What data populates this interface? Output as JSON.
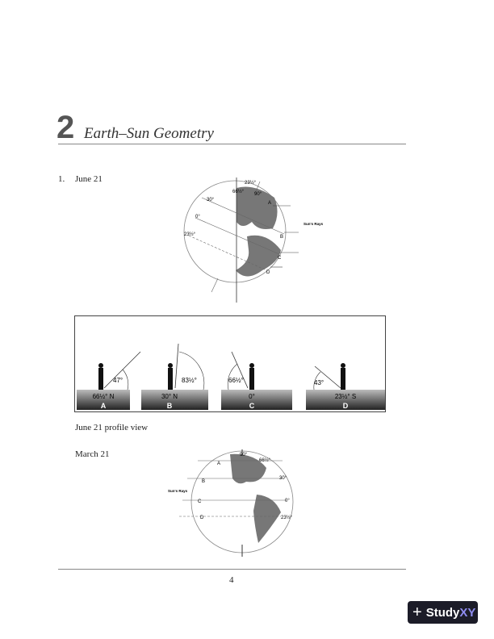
{
  "chapter": {
    "number": "2",
    "title": "Earth–Sun Geometry"
  },
  "question": {
    "number": "1.",
    "label": "June 21"
  },
  "globe_june": {
    "tilt": "23½°",
    "lat_labels": [
      "66½°",
      "90°",
      "30°",
      "0°",
      "23½°"
    ],
    "sun_rays": "Sun's Rays",
    "points": [
      "A",
      "B",
      "C",
      "D"
    ]
  },
  "profile": {
    "caption": "June 21 profile view",
    "panels": [
      {
        "letter": "A",
        "latitude": "66½° N",
        "angle": "47°"
      },
      {
        "letter": "B",
        "latitude": "30° N",
        "angle": "83½°"
      },
      {
        "letter": "C",
        "latitude": "0°",
        "angle": "66½°"
      },
      {
        "letter": "D",
        "latitude": "23½° S",
        "angle": "43°"
      }
    ]
  },
  "march": {
    "label": "March 21"
  },
  "globe_march": {
    "lat_labels": [
      "90°",
      "66½°",
      "30°",
      "0°",
      "23½°"
    ],
    "sun_rays": "Sun's Rays",
    "points": [
      "A",
      "B",
      "C",
      "D"
    ]
  },
  "footer": {
    "page": "4"
  },
  "badge": {
    "plus": "+",
    "brand": "Study",
    "brand_accent": "XY"
  }
}
